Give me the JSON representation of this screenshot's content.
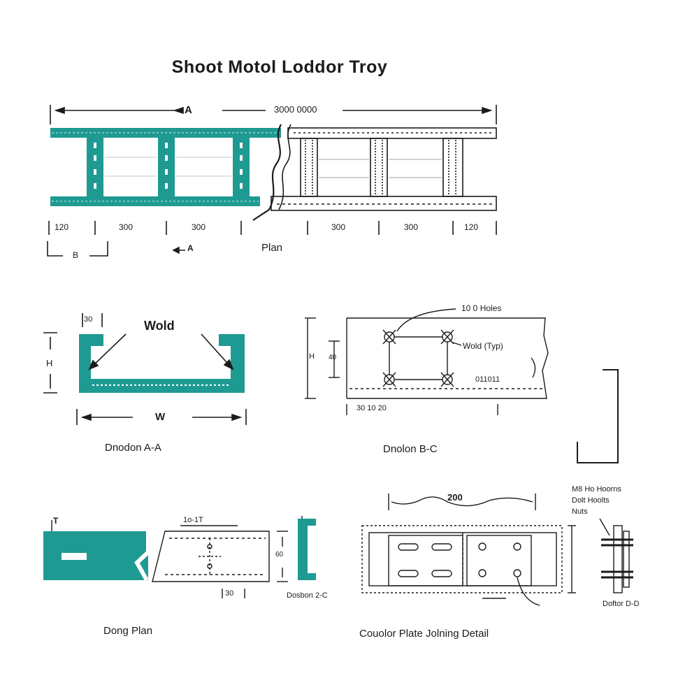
{
  "title": "Shoot Motol Loddor Troy",
  "colors": {
    "teal": "#1f9a92",
    "line": "#1b1b1b",
    "paper": "#ffffff"
  },
  "plan": {
    "section_mark_top": "A",
    "overall_length": "3000 0000",
    "dims_left": [
      "120",
      "300",
      "300"
    ],
    "dims_right": [
      "300",
      "300",
      "120"
    ],
    "section_mark_b": "B",
    "section_mark_a": "A",
    "caption": "Plan"
  },
  "section_aa": {
    "top_dim": "30",
    "weld_label": "Wold",
    "height_label": "H",
    "width_label": "W",
    "caption": "Dnodon A-A"
  },
  "section_bb": {
    "hole_label": "10 0 Holes",
    "weld_label": "Wold (Typ)",
    "spacing_label": "011011",
    "height_dim": "H",
    "inner_dim": "40",
    "bottom_dim": "30   10 20 ",
    "caption": "Dnolon B-C"
  },
  "end_plan": {
    "top_mark": "T",
    "top_dim": "1o-1T",
    "right_dim": "60",
    "bottom_dim": "30",
    "section_label": "Dosbon 2-C",
    "caption": "Dong Plan"
  },
  "coupler": {
    "top_dim": "200",
    "note": [
      "M8 Ho Hoorns",
      "Dolt Hoolts",
      "Nuts"
    ],
    "section_label": "Doftor D-D",
    "caption": "Couolor Plate Jolning Detail"
  }
}
